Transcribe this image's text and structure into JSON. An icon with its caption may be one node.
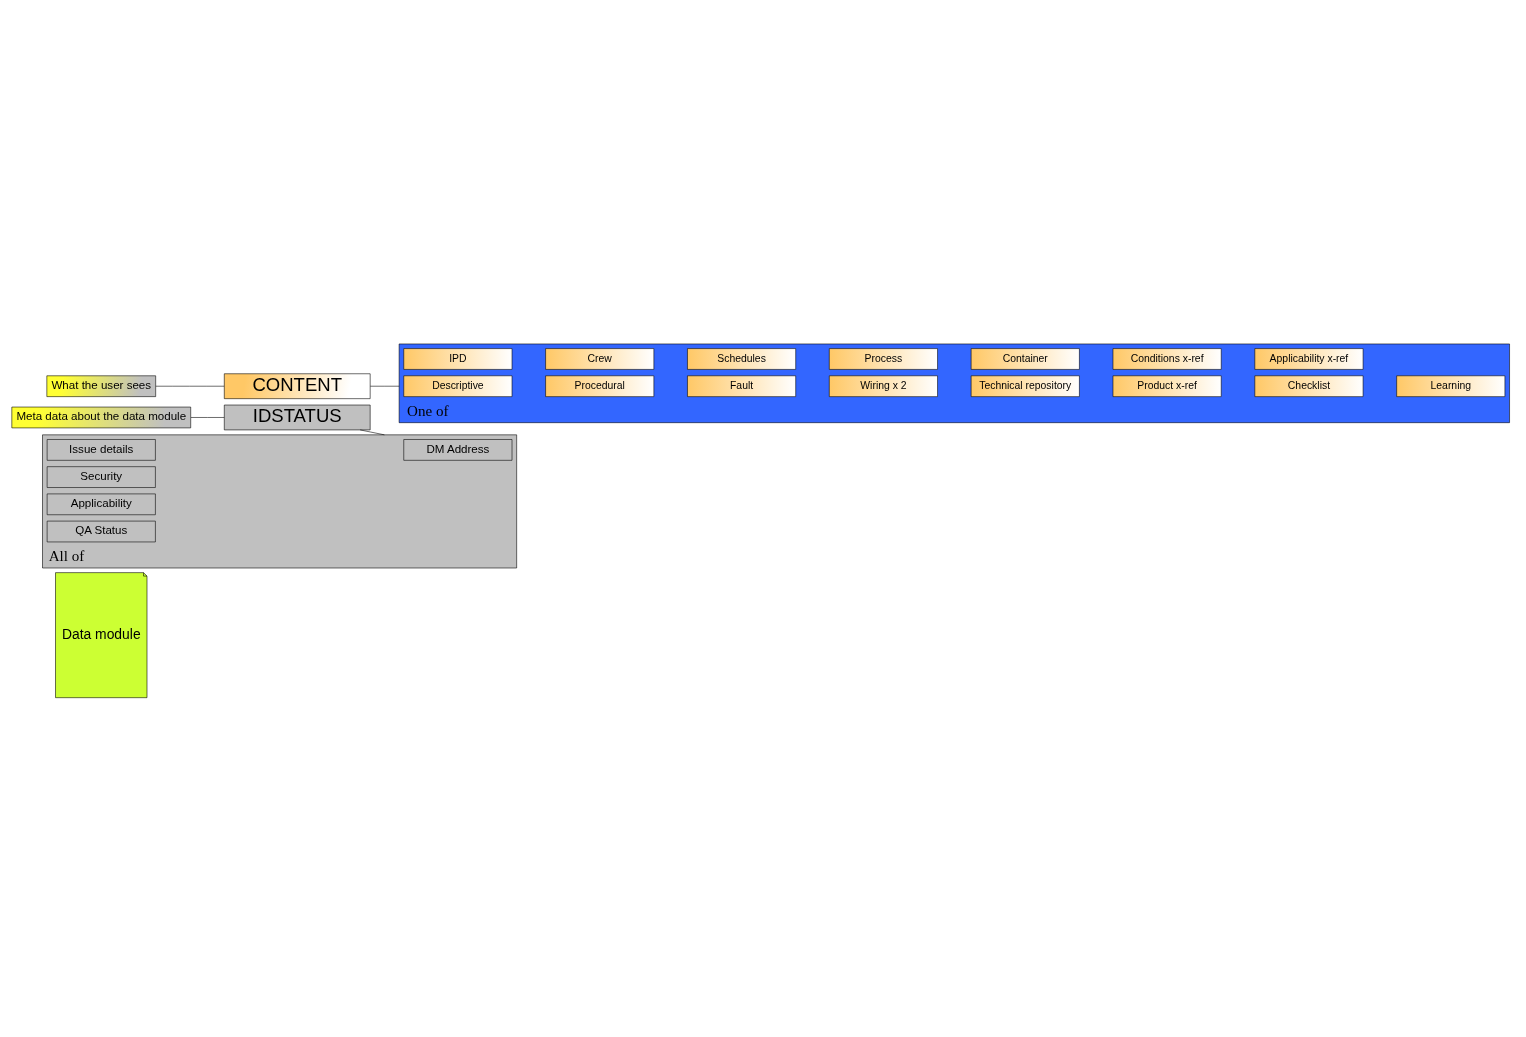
{
  "diagram": {
    "nodes": [
      {
        "text": [
          "Data module"
        ]
      },
      {
        "text": [
          "Meta data about the data module"
        ]
      },
      {
        "text": [
          "IDSTATUS"
        ]
      },
      {
        "text": [
          "All of"
        ]
      },
      {
        "text": [
          "DM Address"
        ],
        "in": 3
      },
      {
        "text": [
          "Issue details"
        ],
        "in": 3
      },
      {
        "text": [
          "Security"
        ],
        "in": 3
      },
      {
        "text": [
          "Applicability"
        ],
        "in": 3
      },
      {
        "text": [
          "QA Status"
        ],
        "in": 3
      },
      {
        "text": [
          "CONTENT"
        ]
      },
      {
        "text": [
          "What the user sees"
        ]
      },
      {
        "text": [
          "One of"
        ]
      },
      {
        "text": [
          "Descriptive"
        ],
        "in": 11
      },
      {
        "text": [
          "IPD"
        ],
        "in": 11
      },
      {
        "text": [
          "Procedural"
        ],
        "in": 11
      },
      {
        "text": [
          "Crew"
        ],
        "in": 11
      },
      {
        "text": [
          "Fault"
        ],
        "in": 11
      },
      {
        "text": [
          "Schedules"
        ],
        "in": 11
      },
      {
        "text": [
          "Wiring x 2"
        ],
        "in": 11
      },
      {
        "text": [
          "Process"
        ],
        "in": 11
      },
      {
        "text": [
          "Technical repository"
        ],
        "in": 11
      },
      {
        "text": [
          "Container"
        ],
        "in": 11
      },
      {
        "text": [
          "Product x-ref"
        ],
        "in": 11
      },
      {
        "text": [
          "Conditions x-ref"
        ],
        "in": 11
      },
      {
        "text": [
          "Checklist"
        ],
        "in": 11
      },
      {
        "text": [
          "Applicability x-ref"
        ],
        "in": 11
      },
      {
        "text": [
          "Learning"
        ],
        "in": 11
      }
    ],
    "edges": [
      {
        "from": 1,
        "to": 2,
        "arrow": "none"
      },
      {
        "from": 2,
        "to": 3,
        "arrow": "none"
      },
      {
        "from": 10,
        "to": 9,
        "arrow": "none"
      },
      {
        "from": 9,
        "to": 11,
        "arrow": "none"
      }
    ]
  }
}
